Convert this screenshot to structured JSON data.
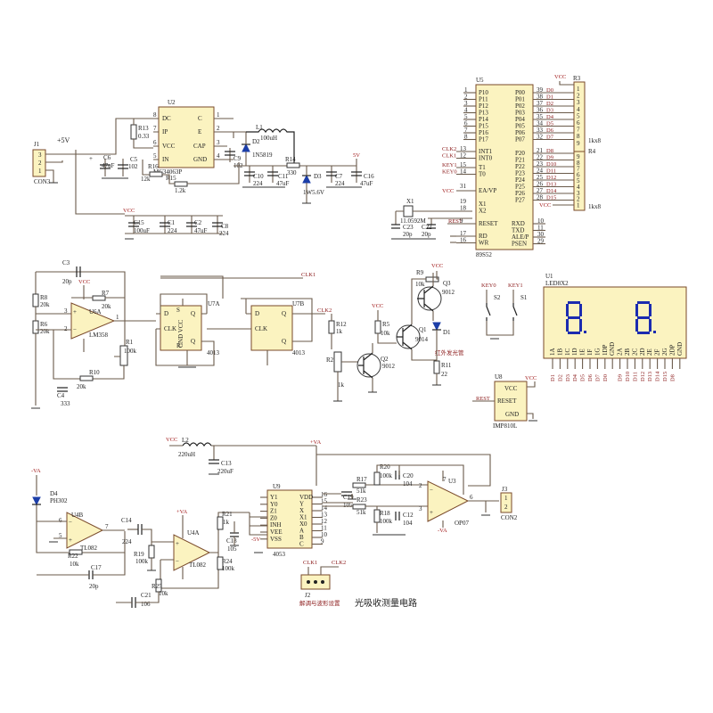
{
  "title": "光吸收测量电路",
  "power": {
    "p5v": "+5V",
    "vcc": "VCC",
    "va": "+VA",
    "nva": "-VA",
    "v5": "5V",
    "n5v": "-5V"
  },
  "psu": {
    "j1": "J1",
    "j1_name": "CON3",
    "j1_pins": [
      "3",
      "2",
      "1"
    ],
    "u2": "U2",
    "u2_part": "MC34063P",
    "u2_pins": {
      "dc": "DC",
      "ip": "IP",
      "vcc": "VCC",
      "in": "IN",
      "c": "C",
      "e": "E",
      "cap": "CAP",
      "gnd": "GND"
    },
    "r13": "R13",
    "r13_val": "0.33",
    "r16": "R16",
    "r16_val": "12k",
    "r15": "R15",
    "r15_val": "1.2k",
    "l1": "L1",
    "l1_val": "100uH",
    "d2": "D2",
    "d2_val": "1N5819",
    "c6": "C6",
    "c6_val": "47uF",
    "c5": "C5",
    "c5_val": "102",
    "c9": "C9",
    "c9_val": "102",
    "c10": "C10",
    "c10_val": "224",
    "c11": "C11",
    "c11_val": "47uF",
    "r14": "R14",
    "r14_val": "330",
    "d3": "D3",
    "d3_val": "1W5.6V",
    "c7": "C7",
    "c7_val": "224",
    "c16": "C16",
    "c16_val": "47uF"
  },
  "decoupling": {
    "c15": "C15",
    "c15_val": "100uF",
    "c1": "C1",
    "c1_val": "224",
    "c2": "C2",
    "c2_val": "47uF",
    "c8": "C8",
    "c8_val": "224"
  },
  "mcu": {
    "u5": "U5",
    "part": "89S52",
    "left_pins": [
      {
        "num": "1",
        "name": "P10"
      },
      {
        "num": "2",
        "name": "P11"
      },
      {
        "num": "3",
        "name": "P12"
      },
      {
        "num": "4",
        "name": "P13"
      },
      {
        "num": "5",
        "name": "P14"
      },
      {
        "num": "6",
        "name": "P15"
      },
      {
        "num": "7",
        "name": "P16"
      },
      {
        "num": "8",
        "name": "P17"
      }
    ],
    "right_pins": [
      {
        "num": "39",
        "name": "P00",
        "net": "D0"
      },
      {
        "num": "38",
        "name": "P01",
        "net": "D1"
      },
      {
        "num": "37",
        "name": "P02",
        "net": "D2"
      },
      {
        "num": "36",
        "name": "P03",
        "net": "D3"
      },
      {
        "num": "35",
        "name": "P04",
        "net": "D4"
      },
      {
        "num": "34",
        "name": "P05",
        "net": "D5"
      },
      {
        "num": "33",
        "name": "P06",
        "net": "D6"
      },
      {
        "num": "32",
        "name": "P07",
        "net": "D7"
      },
      {
        "num": "21",
        "name": "P20",
        "net": "D8"
      },
      {
        "num": "22",
        "name": "P21",
        "net": "D9"
      },
      {
        "num": "23",
        "name": "P22",
        "net": "D10"
      },
      {
        "num": "24",
        "name": "P23",
        "net": "D11"
      },
      {
        "num": "25",
        "name": "P24",
        "net": "D12"
      },
      {
        "num": "26",
        "name": "P25",
        "net": "D13"
      },
      {
        "num": "27",
        "name": "P26",
        "net": "D14"
      },
      {
        "num": "28",
        "name": "P27",
        "net": "D15"
      }
    ],
    "int_pins": [
      {
        "net": "CLK2",
        "num": "13",
        "name": "INT1"
      },
      {
        "net": "CLK1",
        "num": "12",
        "name": "INT0"
      },
      {
        "net": "KEY1",
        "num": "15",
        "name": "T1"
      },
      {
        "net": "KEY0",
        "num": "14",
        "name": "T0"
      }
    ],
    "ea": {
      "net": "VCC",
      "num": "31",
      "name": "EA/VP"
    },
    "x_pins": [
      {
        "num": "19",
        "name": "X1"
      },
      {
        "num": "18",
        "name": "X2"
      }
    ],
    "reset": {
      "net": "REST",
      "num": "9",
      "name": "RESET"
    },
    "rd": {
      "num": "17",
      "name": "RD"
    },
    "wr": {
      "num": "16",
      "name": "WR"
    },
    "bottom_right": [
      {
        "num": "10",
        "name": "RXD"
      },
      {
        "num": "11",
        "name": "TXD"
      },
      {
        "num": "30",
        "name": "ALE/P"
      },
      {
        "num": "29",
        "name": "PSEN"
      }
    ],
    "x1": "X1",
    "x1_val": "11.0592M",
    "c23": "C23",
    "c23_val": "20p",
    "c22": "C22",
    "c22_val": "20p",
    "r3": "R3",
    "r3_val": "1kx8",
    "r4": "R4",
    "r4_val": "1kx8",
    "r3_pins": [
      "1",
      "2",
      "3",
      "4",
      "5",
      "6",
      "7",
      "8",
      "9"
    ],
    "r4_pins": [
      "9",
      "8",
      "7",
      "6",
      "5",
      "4",
      "3",
      "2",
      "1"
    ]
  },
  "clock": {
    "c3": "C3",
    "c3_val": "20p",
    "r8": "R8",
    "r8_val": "20k",
    "r7": "R7",
    "r7_val": "20k",
    "r6": "R6",
    "r6_val": "20k",
    "u6a": "U6A",
    "u6a_part": "LM358",
    "r1": "R1",
    "r1_val": "100k",
    "r10": "R10",
    "r10_val": "20k",
    "c4": "C4",
    "c4_val": "333",
    "u7a": "U7A",
    "u7b": "U7B",
    "u7_part": "4013",
    "ff_pins": {
      "d": "D",
      "q": "Q",
      "nq": "Q",
      "clk": "CLK",
      "s": "S",
      "r": "R",
      "pwr": "GND VCC"
    },
    "r12": "R12",
    "r12_val": "1k",
    "clk1": "CLK1",
    "clk2": "CLK2"
  },
  "drive": {
    "r5": "R5",
    "r5_val": "10k",
    "r2": "R2",
    "r2_val": "1k",
    "q2": "Q2",
    "q2_part": "9012",
    "q1": "Q1",
    "q1_part": "9014",
    "r9": "R9",
    "r9_val": "10k",
    "q3": "Q3",
    "q3_part": "9012",
    "d1": "D1",
    "d1_name": "红外发光管",
    "r11": "R11",
    "r11_val": "22"
  },
  "keys": {
    "key0": "KEY0",
    "key1": "KEY1",
    "s2": "S2",
    "s1": "S1"
  },
  "display": {
    "u1": "U1",
    "part": "LED8X2",
    "pins": [
      "1A",
      "1B",
      "1C",
      "1D",
      "1E",
      "1F",
      "1G",
      "1DP",
      "GND",
      "2A",
      "2B",
      "2C",
      "2D",
      "2E",
      "2F",
      "2G",
      "2DP",
      "GND"
    ],
    "nets": [
      "D1",
      "D2",
      "D3",
      "D4",
      "D5",
      "D6",
      "D7",
      "D0",
      "D9",
      "D10",
      "D11",
      "D12",
      "D13",
      "D14",
      "D15",
      "D8"
    ]
  },
  "reset_chip": {
    "u8": "U8",
    "part": "IMP810L",
    "vcc": "VCC",
    "reset": "RESET",
    "gnd": "GND",
    "rest": "REST"
  },
  "detect": {
    "l2": "L2",
    "l2_val": "220uH",
    "c13": "C13",
    "c13_val": "220uF",
    "d4": "D4",
    "d4_part": "PH302",
    "u4b": "U4B",
    "u4b_part": "TL082",
    "r22": "R22",
    "r22_val": "10k",
    "c17": "C17",
    "c17_val": "20p",
    "c14": "C14",
    "c14_val": "224",
    "r19": "R19",
    "r19_val": "100k",
    "u4a": "U4A",
    "u4a_part": "TL082",
    "r21": "R21",
    "r21_val": "1k",
    "c18": "C18",
    "c18_val": "105",
    "r24": "R24",
    "r24_val": "100k",
    "r25": "R25",
    "r25_val": "10k",
    "c21": "C21",
    "c21_val": "106",
    "u9": "U9",
    "u9_part": "4053",
    "u9_left": [
      "Y1",
      "Y0",
      "Z1",
      "Z0",
      "INH",
      "VEE",
      "VSS"
    ],
    "u9_right": [
      "VDD",
      "Y",
      "X",
      "X1",
      "X0",
      "A",
      "B",
      "C"
    ],
    "u9_rnum": [
      "16",
      "15",
      "14",
      "13",
      "12",
      "11",
      "10",
      "9"
    ],
    "c19": "C19",
    "c19_val": "105",
    "r17": "R17",
    "r17_val": "51k",
    "r23": "R23",
    "r23_val": "51k",
    "r20": "R20",
    "r20_val": "100k",
    "c20": "C20",
    "c20_val": "104",
    "r18": "R18",
    "r18_val": "100k",
    "c12": "C12",
    "c12_val": "104",
    "u3": "U3",
    "u3_part": "OP07",
    "j3": "J3",
    "j3_name": "CON2",
    "j2": "J2",
    "j2_name": "解调与波形设置",
    "clk1": "CLK1",
    "clk2": "CLK2"
  }
}
